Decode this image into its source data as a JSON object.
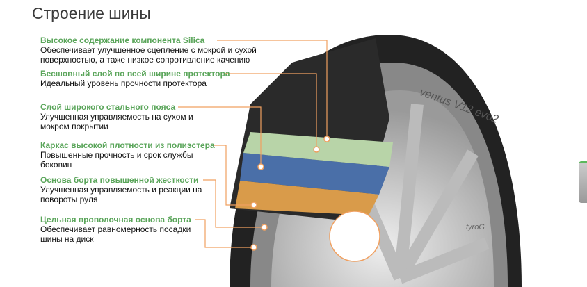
{
  "title": "Строение шины",
  "items": [
    {
      "heading": "Высокое содержание компонента Silica",
      "text": "Обеспечивает улучшенное сцепление с мокрой и сухой поверхностью, а таже низкое сопротивление качению"
    },
    {
      "heading": "Бесшовный слой по всей ширине протектора",
      "text": "Идеальный уровень прочности протектора"
    },
    {
      "heading": "Слой широкого стального пояса",
      "text": "Улучшенная управляемость на сухом и мокром покрытии"
    },
    {
      "heading": "Каркас высокой плотности из полиэстера",
      "text": "Повышенные прочность и срок службы боковин"
    },
    {
      "heading": "Основа борта повышенной жесткости",
      "text": "Улучшенная управляемость и реакции на повороты руля"
    },
    {
      "heading": "Цельная проволочная основа борта",
      "text": "Обеспечивает равномерность посадки шины на диск"
    }
  ],
  "tire_brand": "ventus V12 evo2",
  "watermark": "tyroG",
  "colors": {
    "heading": "#5aa55a",
    "connector": "#f0a060"
  }
}
